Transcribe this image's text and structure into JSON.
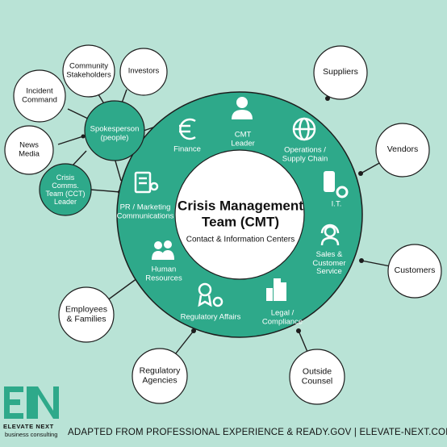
{
  "colors": {
    "background": "#b9e3d6",
    "teal": "#2ea98a",
    "ring_stroke": "#1d1d1d",
    "circle_fill": "#ffffff"
  },
  "center": {
    "title_line1": "Crisis Management",
    "title_line2": "Team (CMT)",
    "subtitle": "Contact & Information Centers"
  },
  "ring_items": [
    {
      "icon": "person-icon",
      "lines": [
        "CMT",
        "Leader"
      ]
    },
    {
      "icon": "globe-icon",
      "lines": [
        "Operations /",
        "Supply Chain"
      ]
    },
    {
      "icon": "server-gear-icon",
      "lines": [
        "I.T."
      ]
    },
    {
      "icon": "headset-icon",
      "lines": [
        "Sales &",
        "Customer",
        "Service"
      ]
    },
    {
      "icon": "buildings-icon",
      "lines": [
        "Legal /",
        "Compliance"
      ]
    },
    {
      "icon": "award-gear-icon",
      "lines": [
        "Regulatory Affairs"
      ]
    },
    {
      "icon": "people-icon",
      "lines": [
        "Human",
        "Resources"
      ]
    },
    {
      "icon": "phone-desk-icon",
      "lines": [
        "PR / Marketing",
        "Communications"
      ]
    },
    {
      "icon": "euro-icon",
      "lines": [
        "Finance"
      ]
    }
  ],
  "sub_nodes": [
    {
      "lines": [
        "Spokesperson",
        "(people)"
      ]
    },
    {
      "lines": [
        "Crisis",
        "Comms.",
        "Team (CCT)",
        "Leader"
      ]
    }
  ],
  "outer_nodes": [
    {
      "lines": [
        "Suppliers"
      ]
    },
    {
      "lines": [
        "Vendors"
      ]
    },
    {
      "lines": [
        "Customers"
      ]
    },
    {
      "lines": [
        "Outside",
        "Counsel"
      ]
    },
    {
      "lines": [
        "Regulatory",
        "Agencies"
      ]
    },
    {
      "lines": [
        "Employees",
        "& Families"
      ]
    }
  ],
  "spokesperson_nodes": [
    {
      "lines": [
        "Community",
        "Stakeholders"
      ]
    },
    {
      "lines": [
        "Investors"
      ]
    },
    {
      "lines": [
        "Incident",
        "Command"
      ]
    },
    {
      "lines": [
        "News",
        "Media"
      ]
    }
  ],
  "logo": {
    "mark": "EN",
    "name": "ELEVATE NEXT",
    "tagline": "business consulting"
  },
  "footer": "ADAPTED FROM PROFESSIONAL EXPERIENCE & READY.GOV  |  ELEVATE-NEXT.COM"
}
